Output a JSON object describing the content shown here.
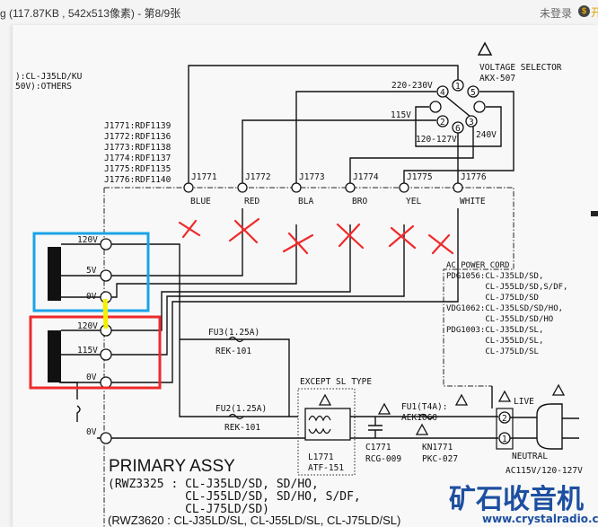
{
  "window": {
    "title": "g (117.87KB , 542x513像素) - 第8/9张",
    "login_status": "未登录",
    "coin_label": "开"
  },
  "schematic": {
    "model_notes": [
      "):CL-J35LD/KU",
      "50V):OTHERS"
    ],
    "jack_parts": [
      "J1771:RDF1139",
      "J1772:RDF1136",
      "J1773:RDF1138",
      "J1774:RDF1137",
      "J1775:RDF1135",
      "J1776:RDF1140"
    ],
    "jacks": [
      {
        "id": "J1771",
        "color": "BLUE"
      },
      {
        "id": "J1772",
        "color": "RED"
      },
      {
        "id": "J1773",
        "color": "BLA"
      },
      {
        "id": "J1774",
        "color": "BRO"
      },
      {
        "id": "J1775",
        "color": "YEL"
      },
      {
        "id": "J1776",
        "color": "WHITE"
      }
    ],
    "voltage_selector": {
      "title": "VOLTAGE SELECTOR",
      "part": "AKX-507",
      "taps": {
        "t220": "220-230V",
        "t115": "115V",
        "t120": "120-127V",
        "t240": "240V"
      },
      "pins": [
        "1",
        "2",
        "3",
        "4",
        "5",
        "6"
      ]
    },
    "transformer_upper": [
      "120V",
      "5V",
      "0V"
    ],
    "transformer_lower": [
      "120V",
      "115V",
      "0V"
    ],
    "bottom_tap": "0V",
    "fu3": {
      "name": "FU3(1.25A)",
      "part": "REK-101"
    },
    "fu2": {
      "name": "FU2(1.25A)",
      "part": "REK-101"
    },
    "filter": {
      "label": "EXCEPT SL TYPE",
      "name": "L1771",
      "part": "ATF-151"
    },
    "capacitor": {
      "name": "C1771",
      "part": "RCG-009"
    },
    "fu1": {
      "name": "FU1(T4A):",
      "part": "AEK1060"
    },
    "connector": {
      "name": "KN1771",
      "part": "PKC-027",
      "pin_live": "2",
      "pin_neutral": "1"
    },
    "live": "LIVE",
    "neutral": "NEUTRAL",
    "ac_voltage": "AC115V/120-127V",
    "power_cord": [
      "AC POWER CORD",
      "PDG1056:CL-J35LD/SD,",
      "        CL-J55LD/SD,S/DF,",
      "        CL-J75LD/SD",
      "VDG1062:CL-J35LSD/SD/HO,",
      "        CL-J55LD/SD/HO",
      "PDG1003:CL-J35LD/SL,",
      "        CL-J55LD/SL,",
      "        CL-J75LD/SL"
    ],
    "primary_title": "PRIMARY ASSY",
    "primary_lines": [
      "(RWZ3325 : CL-J35LD/SD, SD/HO,",
      "           CL-J55LD/SD, SD/HO, S/DF,",
      "           CL-J75LD/SD)",
      "(RWZ3620 : CL-J35LD/SL, CL-J55LD/SL, CL-J75LD/SL)"
    ]
  },
  "watermark": {
    "title": "矿石收音机",
    "url": "www.crystalradio.cn"
  },
  "colors": {
    "annotation_red": "#ee2a2a",
    "annotation_blue": "#1aa3e8",
    "annotation_yellow": "#f5f000",
    "watermark_blue": "#1d4fa0"
  }
}
